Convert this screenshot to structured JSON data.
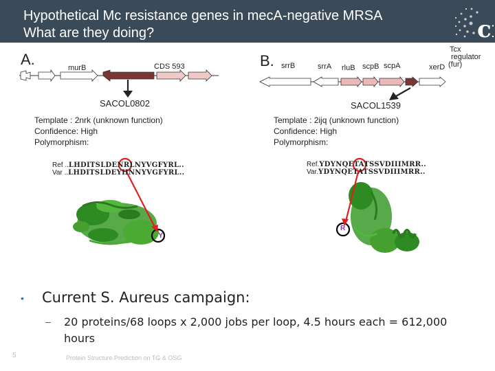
{
  "title": {
    "line1": "Hypothetical Mc resistance genes in mecA-negative MRSA",
    "line2": "What are they doing?"
  },
  "logo": {
    "letters": "ci"
  },
  "panel_a": {
    "letter": "A.",
    "genes": [
      "murB",
      "CDS 593"
    ],
    "highlight_label": "SACOL0802",
    "template": "Template : 2nrk (unknown function)",
    "confidence": "Confidence: High",
    "polymorphism": "Polymorphism:",
    "ref_label": "Ref ..",
    "var_label": "Var ..",
    "ref_seq": "LHDITSLDENRLNYVGFYRL..",
    "var_seq": "LHDITSLDEYHNNYVGFYRL..",
    "mutation_letter": "Y"
  },
  "panel_b": {
    "letter": "B.",
    "genes": [
      "srrB",
      "srrA",
      "rluB",
      "scpB",
      "scpA",
      "xerD"
    ],
    "regulator_label": [
      "Tcx",
      "regulator",
      "(fur)"
    ],
    "highlight_label": "SACOL1539",
    "template": "Template : 2ijq (unknown function)",
    "confidence": "Confidence: High",
    "polymorphism": "Polymorphism:",
    "ref_label": "Ref.",
    "var_label": "Var.",
    "ref_seq": "YDYNQETATSSVDIIIMRR..",
    "var_seq": "YDYNQETATSSVDIIIMRR..",
    "mutation_letter": "R"
  },
  "bullet": {
    "marker": "•",
    "text": "Current S. Aureus campaign:",
    "sub_marker": "–",
    "sub_text": "20 proteins/68 loops x 2,000 jobs per loop, 4.5 hours each = 612,000 hours"
  },
  "footer": {
    "page_number": "5",
    "text": "Protein Structure Prediction on TG & OSG"
  },
  "colors": {
    "header_bg": "#3a4a58",
    "gene_highlight": "#7a3535",
    "gene_pink": "#f0c8c8",
    "arrow_red": "#e02020",
    "protein_green": "#3a9a2a"
  }
}
